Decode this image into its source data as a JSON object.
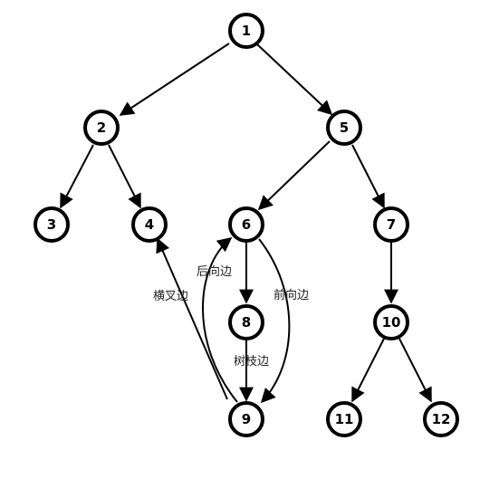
{
  "graph": {
    "nodes": [
      {
        "id": "1",
        "label": "1"
      },
      {
        "id": "2",
        "label": "2"
      },
      {
        "id": "5",
        "label": "5"
      },
      {
        "id": "3",
        "label": "3"
      },
      {
        "id": "4",
        "label": "4"
      },
      {
        "id": "6",
        "label": "6"
      },
      {
        "id": "7",
        "label": "7"
      },
      {
        "id": "8",
        "label": "8"
      },
      {
        "id": "10",
        "label": "10"
      },
      {
        "id": "9",
        "label": "9"
      },
      {
        "id": "11",
        "label": "11"
      },
      {
        "id": "12",
        "label": "12"
      }
    ],
    "edges": [
      {
        "from": "1",
        "to": "2"
      },
      {
        "from": "1",
        "to": "5"
      },
      {
        "from": "2",
        "to": "3"
      },
      {
        "from": "2",
        "to": "4"
      },
      {
        "from": "5",
        "to": "6"
      },
      {
        "from": "5",
        "to": "7"
      },
      {
        "from": "6",
        "to": "8"
      },
      {
        "from": "8",
        "to": "9",
        "label": "树枝边"
      },
      {
        "from": "7",
        "to": "10"
      },
      {
        "from": "10",
        "to": "11"
      },
      {
        "from": "10",
        "to": "12"
      },
      {
        "from": "9",
        "to": "4",
        "label": "横叉边"
      },
      {
        "from": "9",
        "to": "6",
        "label": "后向边"
      },
      {
        "from": "6",
        "to": "9",
        "label": "前向边"
      }
    ],
    "edge_labels": {
      "cross": "横叉边",
      "back": "后向边",
      "forward": "前向边",
      "tree": "树枝边"
    }
  }
}
